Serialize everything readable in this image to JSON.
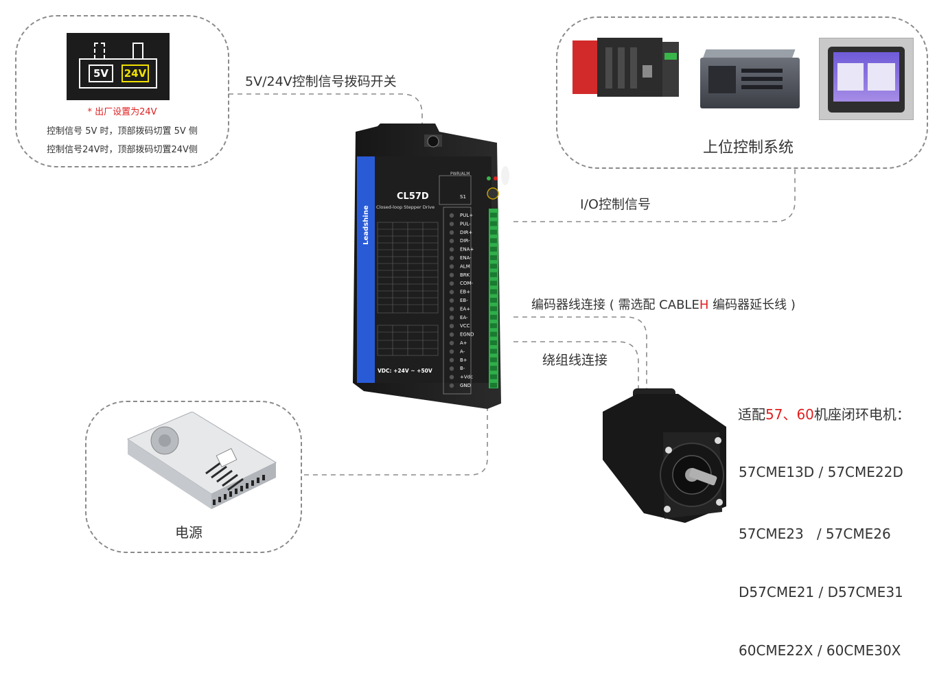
{
  "switch_box": {
    "option_5v": "5V",
    "option_24v": "24V",
    "note_default": "* 出厂设置为24V",
    "note_5v": "控制信号 5V 时，顶部拨码切置 5V 侧",
    "note_24v": "控制信号24V时，顶部拨码切置24V侧"
  },
  "labels": {
    "dip_switch": "5V/24V控制信号拨码开关",
    "upper_system": "上位控制系统",
    "io_signal": "I/O控制信号",
    "encoder_prefix": "编码器线连接 ( 需选配 CABLE",
    "encoder_highlight": "H",
    "encoder_suffix": " 编码器延长线 )",
    "winding": "绕组线连接",
    "power": "电源"
  },
  "driver": {
    "brand": "Leadshine",
    "model": "CL57D",
    "subtitle": "Closed-loop Stepper Drive",
    "vdc": "VDC: +24V ~ +50V",
    "s1": "S1",
    "pwr": "PWR/ALM",
    "terminals": [
      "PUL+",
      "PUL-",
      "DIR+",
      "DIR-",
      "ENA+",
      "ENA-",
      "ALM",
      "BRK",
      "COM-",
      "EB+",
      "EB-",
      "EA+",
      "EA-",
      "VCC",
      "EGND",
      "A+",
      "A-",
      "B+",
      "B-",
      "+Vdc",
      "GND"
    ]
  },
  "motor": {
    "title_prefix": "适配",
    "title_n1": "57",
    "title_sep": "、",
    "title_n2": "60",
    "title_suffix": "机座闭环电机：",
    "models": [
      "57CME13D / 57CME22D",
      "57CME23   / 57CME26",
      "D57CME21 / D57CME31",
      "60CME22X / 60CME30X"
    ]
  },
  "colors": {
    "highlight_red": "#e02020",
    "dashed_gray": "#8a8a8a",
    "driver_blue": "#2a5bd7",
    "terminal_green": "#2fae4a"
  }
}
